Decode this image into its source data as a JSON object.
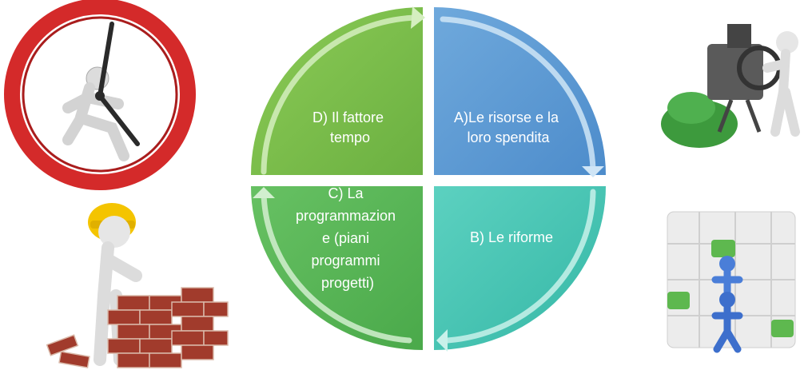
{
  "quadrants": {
    "a": {
      "lines": [
        "A)Le risorse e la",
        "loro spendita"
      ],
      "color": "#5b9bd5"
    },
    "b": {
      "lines": [
        "B) Le riforme"
      ],
      "color": "#4ec9b6"
    },
    "c": {
      "lines": [
        "C) La",
        "programmazion",
        "e (piani",
        "programmi",
        "progetti)"
      ],
      "color": "#5cb85c"
    },
    "d": {
      "lines": [
        "D) Il fattore",
        "tempo"
      ],
      "color": "#7bbf4a"
    }
  },
  "illustrations": {
    "clock": "running-figure-clock-icon",
    "bricklayer": "bricklayer-figure-icon",
    "money_machine": "money-printing-machine-icon",
    "puzzle": "puzzle-teamwork-icon"
  }
}
